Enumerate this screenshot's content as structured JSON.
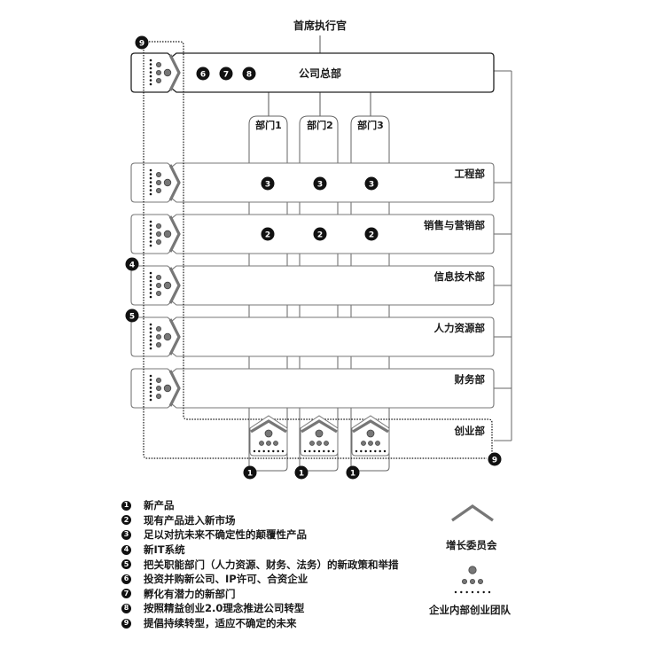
{
  "title": "首席执行官",
  "headquarters": {
    "label": "公司总部",
    "badges": [
      "6",
      "7",
      "8"
    ]
  },
  "departments": [
    {
      "label": "部门1"
    },
    {
      "label": "部门2"
    },
    {
      "label": "部门3"
    }
  ],
  "rows": [
    {
      "label": "工程部",
      "badge": "3"
    },
    {
      "label": "销售与营销部",
      "badge": "2"
    },
    {
      "label": "信息技术部",
      "badge": ""
    },
    {
      "label": "人力资源部",
      "badge": ""
    },
    {
      "label": "财务部",
      "badge": ""
    }
  ],
  "startup_row": {
    "label": "创业部",
    "badge": "1"
  },
  "side_badges": {
    "top_left": "9",
    "it": "4",
    "hr": "5",
    "bottom_right": "9"
  },
  "legend": [
    {
      "num": "1",
      "text": "新产品"
    },
    {
      "num": "2",
      "text": "现有产品进入新市场"
    },
    {
      "num": "3",
      "text": "足以对抗未来不确定性的颠覆性产品"
    },
    {
      "num": "4",
      "text": "新IT系统"
    },
    {
      "num": "5",
      "text": "把关职能部门（人力资源、财务、法务）的新政策和举措"
    },
    {
      "num": "6",
      "text": "投资并购新公司、IP许可、合资企业"
    },
    {
      "num": "7",
      "text": "孵化有潜力的新部门"
    },
    {
      "num": "8",
      "text": "按照精益创业2.0理念推进公司转型"
    },
    {
      "num": "9",
      "text": "提倡持续转型，适应不确定的未来"
    }
  ],
  "key": {
    "growth_committee": "增长委员会",
    "internal_team": "企业内部创业团队"
  },
  "colors": {
    "line": "#555555",
    "badge": "#111111",
    "chevron": "#777777",
    "dot": "#666666"
  }
}
